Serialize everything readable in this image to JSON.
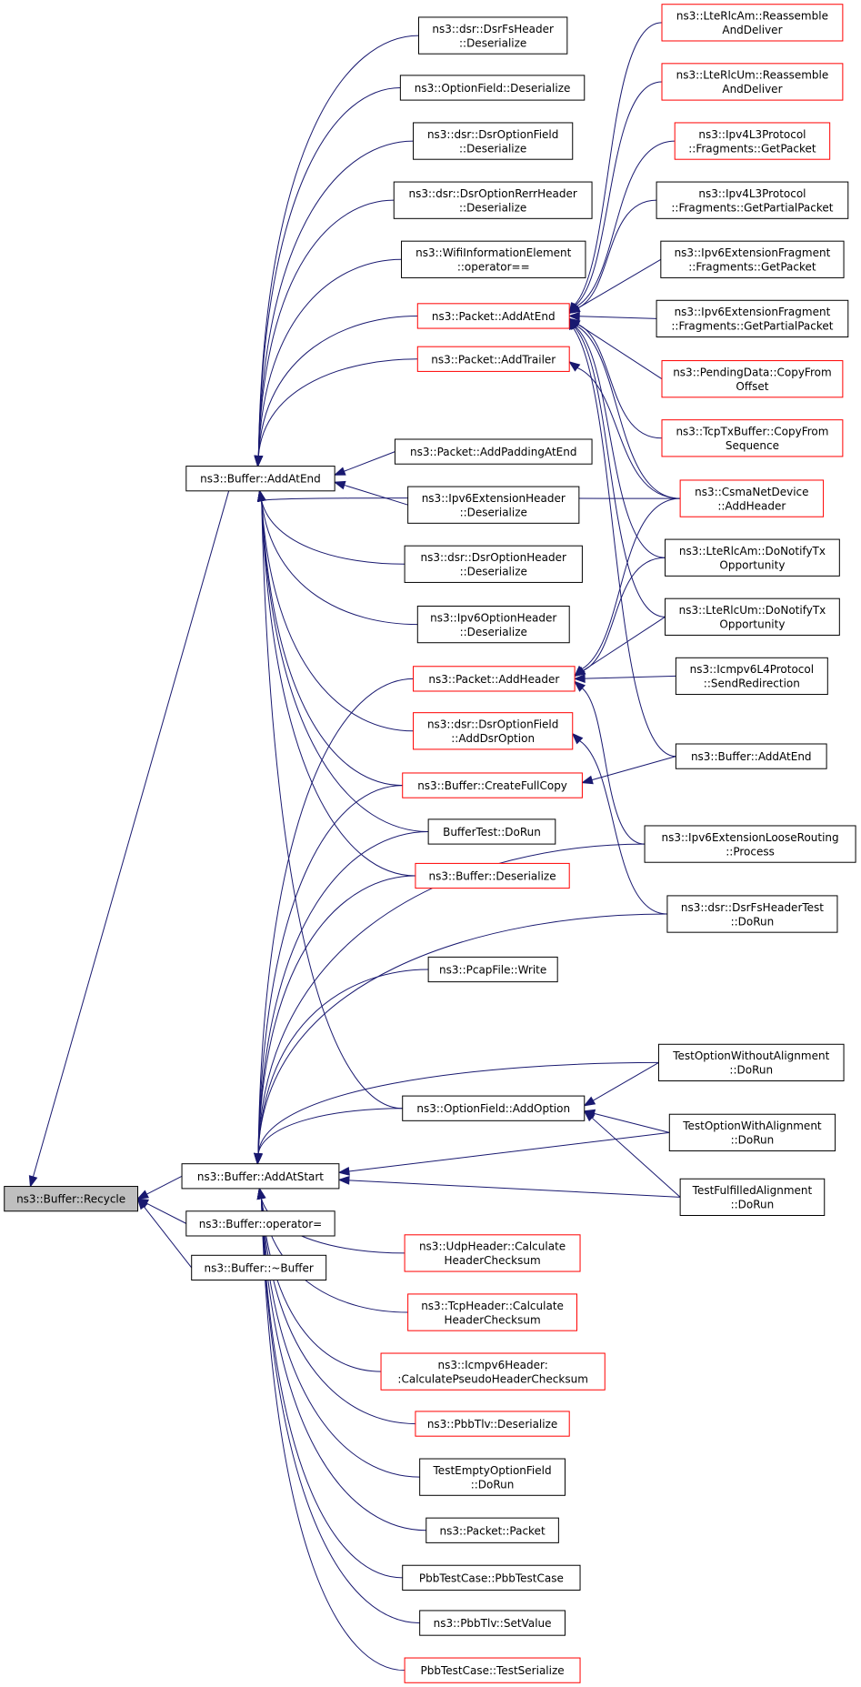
{
  "graph": {
    "colors": {
      "edge": "#191970",
      "border_default": "#000000",
      "border_truncated": "#ff0000",
      "fill_default": "#ffffff",
      "fill_root": "#bfbfbf"
    },
    "nodes": [
      {
        "id": "recycle",
        "lines": [
          "ns3::Buffer::Recycle"
        ],
        "style": "root"
      },
      {
        "id": "addatend",
        "lines": [
          "ns3::Buffer::AddAtEnd"
        ],
        "style": "default"
      },
      {
        "id": "addatstart",
        "lines": [
          "ns3::Buffer::AddAtStart"
        ],
        "style": "default"
      },
      {
        "id": "operator_assign",
        "lines": [
          "ns3::Buffer::operator="
        ],
        "style": "default"
      },
      {
        "id": "destructor",
        "lines": [
          "ns3::Buffer::~Buffer"
        ],
        "style": "default"
      },
      {
        "id": "dsrfsheader_deser",
        "lines": [
          "ns3::dsr::DsrFsHeader",
          "::Deserialize"
        ],
        "style": "default"
      },
      {
        "id": "optionfield_deser",
        "lines": [
          "ns3::OptionField::Deserialize"
        ],
        "style": "default"
      },
      {
        "id": "dsroptionfield_deser",
        "lines": [
          "ns3::dsr::DsrOptionField",
          "::Deserialize"
        ],
        "style": "default"
      },
      {
        "id": "dsroptionrerr_deser",
        "lines": [
          "ns3::dsr::DsrOptionRerrHeader",
          "::Deserialize"
        ],
        "style": "default"
      },
      {
        "id": "wifiinfo_op",
        "lines": [
          "ns3::WifiInformationElement",
          "::operator=="
        ],
        "style": "default"
      },
      {
        "id": "packet_addatend",
        "lines": [
          "ns3::Packet::AddAtEnd"
        ],
        "style": "truncated"
      },
      {
        "id": "packet_addtrailer",
        "lines": [
          "ns3::Packet::AddTrailer"
        ],
        "style": "truncated"
      },
      {
        "id": "packet_addpadding",
        "lines": [
          "ns3::Packet::AddPaddingAtEnd"
        ],
        "style": "default"
      },
      {
        "id": "ipv6exthdr_deser",
        "lines": [
          "ns3::Ipv6ExtensionHeader",
          "::Deserialize"
        ],
        "style": "default"
      },
      {
        "id": "dsroptionhdr_deser",
        "lines": [
          "ns3::dsr::DsrOptionHeader",
          "::Deserialize"
        ],
        "style": "default"
      },
      {
        "id": "ipv6optionhdr_deser",
        "lines": [
          "ns3::Ipv6OptionHeader",
          "::Deserialize"
        ],
        "style": "default"
      },
      {
        "id": "packet_addheader",
        "lines": [
          "ns3::Packet::AddHeader"
        ],
        "style": "truncated"
      },
      {
        "id": "dsroptionfield_add",
        "lines": [
          "ns3::dsr::DsrOptionField",
          "::AddDsrOption"
        ],
        "style": "truncated"
      },
      {
        "id": "buffer_createfullcopy",
        "lines": [
          "ns3::Buffer::CreateFullCopy"
        ],
        "style": "truncated"
      },
      {
        "id": "buffertest_dorun",
        "lines": [
          "BufferTest::DoRun"
        ],
        "style": "default"
      },
      {
        "id": "buffer_deser",
        "lines": [
          "ns3::Buffer::Deserialize"
        ],
        "style": "truncated"
      },
      {
        "id": "pcapfile_write",
        "lines": [
          "ns3::PcapFile::Write"
        ],
        "style": "default"
      },
      {
        "id": "optionfield_addoption",
        "lines": [
          "ns3::OptionField::AddOption"
        ],
        "style": "default"
      },
      {
        "id": "udpheader_calc",
        "lines": [
          "ns3::UdpHeader::Calculate",
          "HeaderChecksum"
        ],
        "style": "truncated"
      },
      {
        "id": "tcpheader_calc",
        "lines": [
          "ns3::TcpHeader::Calculate",
          "HeaderChecksum"
        ],
        "style": "truncated"
      },
      {
        "id": "icmpv6header_calc",
        "lines": [
          "ns3::Icmpv6Header:",
          ":CalculatePseudoHeaderChecksum"
        ],
        "style": "truncated"
      },
      {
        "id": "pbbtlv_deser",
        "lines": [
          "ns3::PbbTlv::Deserialize"
        ],
        "style": "truncated"
      },
      {
        "id": "testemptyoption_dorun",
        "lines": [
          "TestEmptyOptionField",
          "::DoRun"
        ],
        "style": "default"
      },
      {
        "id": "packet_packet",
        "lines": [
          "ns3::Packet::Packet"
        ],
        "style": "default"
      },
      {
        "id": "pbbtestcase_ctor",
        "lines": [
          "PbbTestCase::PbbTestCase"
        ],
        "style": "default"
      },
      {
        "id": "pbbtlv_setvalue",
        "lines": [
          "ns3::PbbTlv::SetValue"
        ],
        "style": "default"
      },
      {
        "id": "pbbtestcase_serialize",
        "lines": [
          "PbbTestCase::TestSerialize"
        ],
        "style": "truncated"
      },
      {
        "id": "lterlcam_reassemble",
        "lines": [
          "ns3::LteRlcAm::Reassemble",
          "AndDeliver"
        ],
        "style": "truncated"
      },
      {
        "id": "lterlcum_reassemble",
        "lines": [
          "ns3::LteRlcUm::Reassemble",
          "AndDeliver"
        ],
        "style": "truncated"
      },
      {
        "id": "ipv4l3_getpacket",
        "lines": [
          "ns3::Ipv4L3Protocol",
          "::Fragments::GetPacket"
        ],
        "style": "truncated"
      },
      {
        "id": "ipv4l3_getpartial",
        "lines": [
          "ns3::Ipv4L3Protocol",
          "::Fragments::GetPartialPacket"
        ],
        "style": "default"
      },
      {
        "id": "ipv6extfrag_getpacket",
        "lines": [
          "ns3::Ipv6ExtensionFragment",
          "::Fragments::GetPacket"
        ],
        "style": "default"
      },
      {
        "id": "ipv6extfrag_getpartial",
        "lines": [
          "ns3::Ipv6ExtensionFragment",
          "::Fragments::GetPartialPacket"
        ],
        "style": "default"
      },
      {
        "id": "pendingdata_copy",
        "lines": [
          "ns3::PendingData::CopyFrom",
          "Offset"
        ],
        "style": "truncated"
      },
      {
        "id": "tcptxbuffer_copy",
        "lines": [
          "ns3::TcpTxBuffer::CopyFrom",
          "Sequence"
        ],
        "style": "truncated"
      },
      {
        "id": "csmanetdevice_addheader",
        "lines": [
          "ns3::CsmaNetDevice",
          "::AddHeader"
        ],
        "style": "truncated"
      },
      {
        "id": "lterlcam_notify",
        "lines": [
          "ns3::LteRlcAm::DoNotifyTx",
          "Opportunity"
        ],
        "style": "default"
      },
      {
        "id": "lterlcum_notify",
        "lines": [
          "ns3::LteRlcUm::DoNotifyTx",
          "Opportunity"
        ],
        "style": "default"
      },
      {
        "id": "icmpv6l4_sendredirect",
        "lines": [
          "ns3::Icmpv6L4Protocol",
          "::SendRedirection"
        ],
        "style": "default"
      },
      {
        "id": "buffer_addatend_2",
        "lines": [
          "ns3::Buffer::AddAtEnd"
        ],
        "style": "default"
      },
      {
        "id": "ipv6extloose_process",
        "lines": [
          "ns3::Ipv6ExtensionLooseRouting",
          "::Process"
        ],
        "style": "default"
      },
      {
        "id": "dsrfsheadertest_dorun",
        "lines": [
          "ns3::dsr::DsrFsHeaderTest",
          "::DoRun"
        ],
        "style": "default"
      },
      {
        "id": "testoptionwithout_dorun",
        "lines": [
          "TestOptionWithoutAlignment",
          "::DoRun"
        ],
        "style": "default"
      },
      {
        "id": "testoptionwith_dorun",
        "lines": [
          "TestOptionWithAlignment",
          "::DoRun"
        ],
        "style": "default"
      },
      {
        "id": "testfulfilled_dorun",
        "lines": [
          "TestFulfilledAlignment",
          "::DoRun"
        ],
        "style": "default"
      }
    ]
  }
}
